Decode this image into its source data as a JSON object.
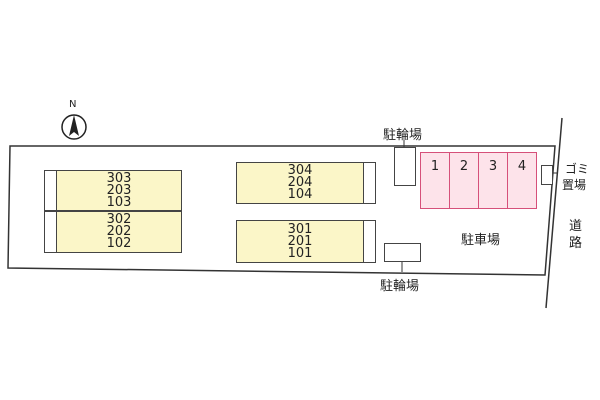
{
  "compass": {
    "north_label": "N"
  },
  "buildings": [
    {
      "units": [
        "303",
        "203",
        "103"
      ]
    },
    {
      "units": [
        "302",
        "202",
        "102"
      ]
    },
    {
      "units": [
        "304",
        "204",
        "104"
      ]
    },
    {
      "units": [
        "301",
        "201",
        "101"
      ]
    }
  ],
  "bicycle_parking_label": "駐輪場",
  "parking": {
    "label": "駐車場",
    "spaces": [
      "1",
      "2",
      "3",
      "4"
    ],
    "color": "#fde3ea",
    "border_color": "#d6507a"
  },
  "garbage_area": {
    "label_line1": "ゴミ",
    "label_line2": "置場"
  },
  "road": {
    "chars": [
      "道",
      "路"
    ]
  },
  "colors": {
    "building_fill": "#fbf6c8",
    "outline": "#444444"
  }
}
